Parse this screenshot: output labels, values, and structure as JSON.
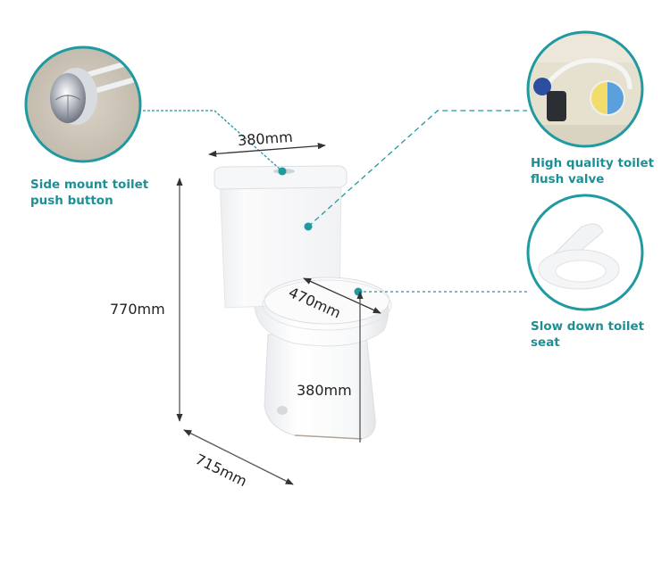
{
  "colors": {
    "accent": "#1f9aa0",
    "caption": "#1f8f94",
    "dimension_line": "#333333",
    "background": "#ffffff"
  },
  "features": [
    {
      "id": "push-button",
      "caption_line1": "Side mount toilet",
      "caption_line2": "push button",
      "icon": "push-button-photo"
    },
    {
      "id": "flush-valve",
      "caption_line1": "High quality toilet",
      "caption_line2": "flush valve",
      "icon": "flush-valve-photo"
    },
    {
      "id": "toilet-seat",
      "caption_line1": "Slow down toilet seat",
      "icon": "toilet-seat-photo"
    }
  ],
  "dimensions": {
    "tank_width": "380mm",
    "total_height": "770mm",
    "seat_length": "470mm",
    "seat_height": "380mm",
    "total_depth": "715mm"
  }
}
